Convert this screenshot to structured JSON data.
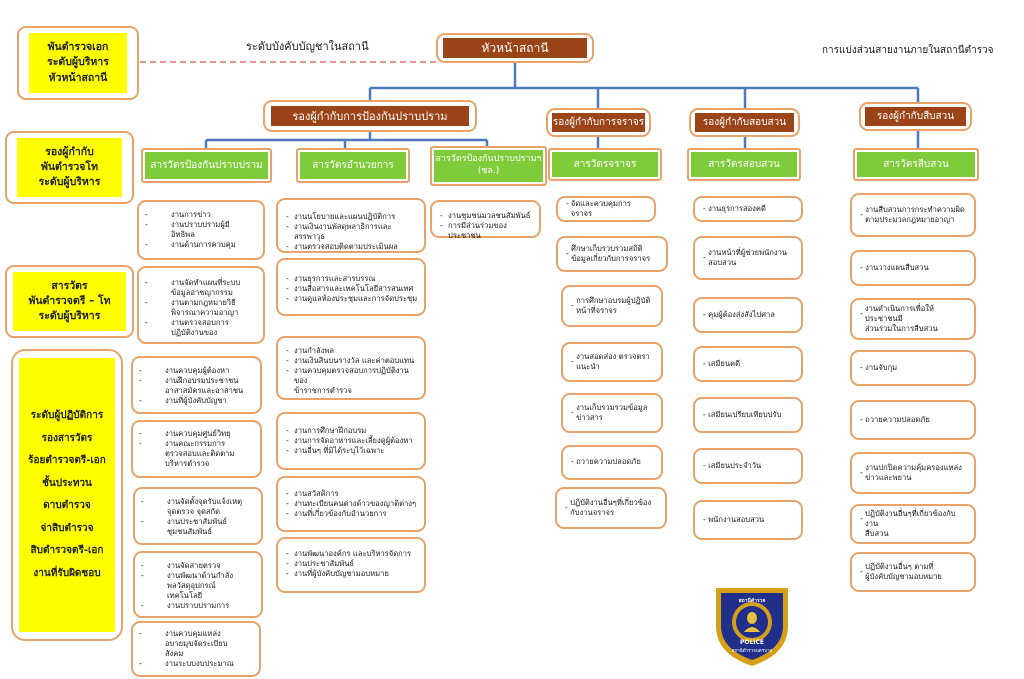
{
  "header": {
    "station_head": "หัวหน้าสถานี",
    "left_caption": "ระดับบังคับบัญชาในสถานี",
    "right_caption": "การแบ่งส่วนสายงานภายในสถานีตำรวจ"
  },
  "left_labels": [
    "พันตำรวจเอก\nระดับผู้บริหาร\nหัวหน้าสถานี",
    "รองผู้กำกับ\nพันตำรวจโท\nระดับผู้บริหาร",
    "สารวัตร\nพันตำรวจตรี – โท\nระดับผู้บริหาร",
    "ระดับผู้ปฏิบัติการ\nรองสารวัตร\nร้อยตำรวจตรี-เอก\nชั้นประทวน\nดาบตำรวจ\nจ่าสิบตำรวจ\nสิบตำรวจตรี-เอก\nงานที่รับผิดชอบ"
  ],
  "deputies": [
    "รองผู้กำกับการป้องกันปราบปราม",
    "รองผู้กำกับการจราจร",
    "รองผู้กำกับสอบสวน",
    "รองผู้กำกับสืบสวน"
  ],
  "inspectors": [
    "สารวัตรป้องกันปราบปราม",
    "สารวัตรอำนวยการ",
    "สารวัตรป้องกันปราบปรามฯ\n(ชล.)",
    "สารวัตรจราจร",
    "สารวัตรสอบสวน",
    "สารวัตรสืบสวน"
  ],
  "col1": [
    [
      "งานการข่าว",
      "งานปราบปรามผู้มี\nอิทธิพล",
      "งานด้านการควบคุม"
    ],
    [
      "งานจัดทำแผนที่ระบบ\nข้อมูลอาชญากรรม",
      "งานตามกฎหมายวิธี\nพิจารณาความอาญา",
      "งานตรวจสอบการ\nปฏิบัติงานของ"
    ],
    [
      "งานควบคุมผู้ต้องหา",
      "งานฝึกอบรมประชาชน\nอาสาสมัครและอาสาชน",
      "งานที่ผู้บังคับบัญชา"
    ],
    [
      "งานควบคุมศูนย์วิทยุ",
      "งานคณะกรรมการ\nตรวจสอบและติดตาม\nบริหารตำรวจ"
    ],
    [
      "งานจัดตั้งจุดรับแจ้งเหตุ\nจุดตรวจ จุดสกัด",
      "งานประชาสัมพันธ์\nชุมชนสัมพันธ์"
    ],
    [
      "งานจัดสายตรวจ",
      "งานพัฒนาด้านกำลัง\nพลวัสดุอุปกรณ์\nเทคโนโลยี",
      "งานปราบปรามการ"
    ],
    [
      "งานควบคุมแหล่ง\nอบายมุขจัดระเบียบ\nสังคม",
      "งานระบบงบประมาณ"
    ]
  ],
  "col2": [
    [
      "งานนโยบายและแผนปฏิบัติการ",
      "งานเงินงานพัสดุพลาธิการและสรรพาวุธ",
      "งานตรวจสอบติดตามประเมินผล"
    ],
    [
      "งานธุรการและสารบรรณ",
      "งานสื่อสารและเทคโนโลยีสารสนเทศ",
      "งานดูแลห้องประชุมและการจัดประชุม"
    ],
    [
      "งานกำลังพล",
      "งานเงินสินบนรางวัล และค่าตอบแทน",
      "งานควบคุมตรวจสอบการปฏิบัติงานของ\nข้าราชการตำรวจ"
    ],
    [
      "งานการศึกษาฝึกอบรม",
      "งานการจัดอาหารและเลี้ยงดูผู้ต้องหา",
      "งานอื่นๆ ที่มิได้ระบุไว้เฉพาะ"
    ],
    [
      "งานสวัสดิการ",
      "งานทะเบียนคนต่างด้าวของญาติต่างๆ",
      "งานที่เกี่ยวข้องกับอำนวยการ"
    ],
    [
      "งานพัฒนาองค์กร และบริหารจัดการ",
      "งานประชาสัมพันธ์",
      "งานที่ผู้บังคับบัญชามอบหมาย"
    ]
  ],
  "col3": [
    [
      "งานชุมชนมวลชนสัมพันธ์",
      "การมีส่วนร่วมของประชาชน"
    ]
  ],
  "col4": [
    "จัดและควบคุมการจราจร",
    "ศึกษาเก็บรวบรวมสถิติ\nข้อมูลเกี่ยวกับการจราจร",
    "การศึกษาอบรมผู้ปฏิบัติ\nหน้าที่จราจร",
    "งานสอดส่อง ตรวจตรา\nแนะนำ",
    "งานเก็บรวมรวมข้อมูล\nข่าวสาร",
    "ถวายความปลอดภัย",
    "ปฏิบัติงานอื่นๆที่เกี่ยวข้อง\nกับงานจราจร"
  ],
  "col5": [
    "งานธุรการสองคดี",
    "งานหน้าที่ผู้ช่วยพนักงาน\nสอบสวน",
    "คุมผู้ต้องส่งสังไปศาล",
    "เสมียนคดี",
    "เสมียนเปรียบเทียบปรับ",
    "เสมียนประจำวัน",
    "พนักงานสอบสวน"
  ],
  "col6": [
    "งานสืบสวนการกระทำความผิด\nตามประมวลกฎหมายอาญา",
    "งานวางแผนสืบสวน",
    "งานดำเนินการเพื่อให้ประชาชนมี\nส่วนร่วมในการสืบสวน",
    "งานจับกุม",
    "ถวายความปลอดภัย",
    "งานปกปิดความคุ้มครองแหล่ง\nข่าวและพยาน",
    "ปฏิบัติงานอื่นๆที่เกี่ยวข้องกับงาน\nสืบสวน",
    "ปฏิบัติงานอื่นๆ ตามที่\nผู้บังคับบัญชามอบหมาย"
  ],
  "emblem": {
    "top_text": "สถานีตำรวจ",
    "mid_text": "POLICE",
    "bottom_text": "สถานีตำรวจนครบาล",
    "gold": "#d4a017",
    "navy": "#1f2f8a"
  },
  "colors": {
    "orange_border": "#e8a36a",
    "brown": "#9a4418",
    "green": "#7fcc3a",
    "yellow": "#ffff00",
    "line_blue": "#4b7bbd",
    "dash_red": "#d9534f"
  }
}
